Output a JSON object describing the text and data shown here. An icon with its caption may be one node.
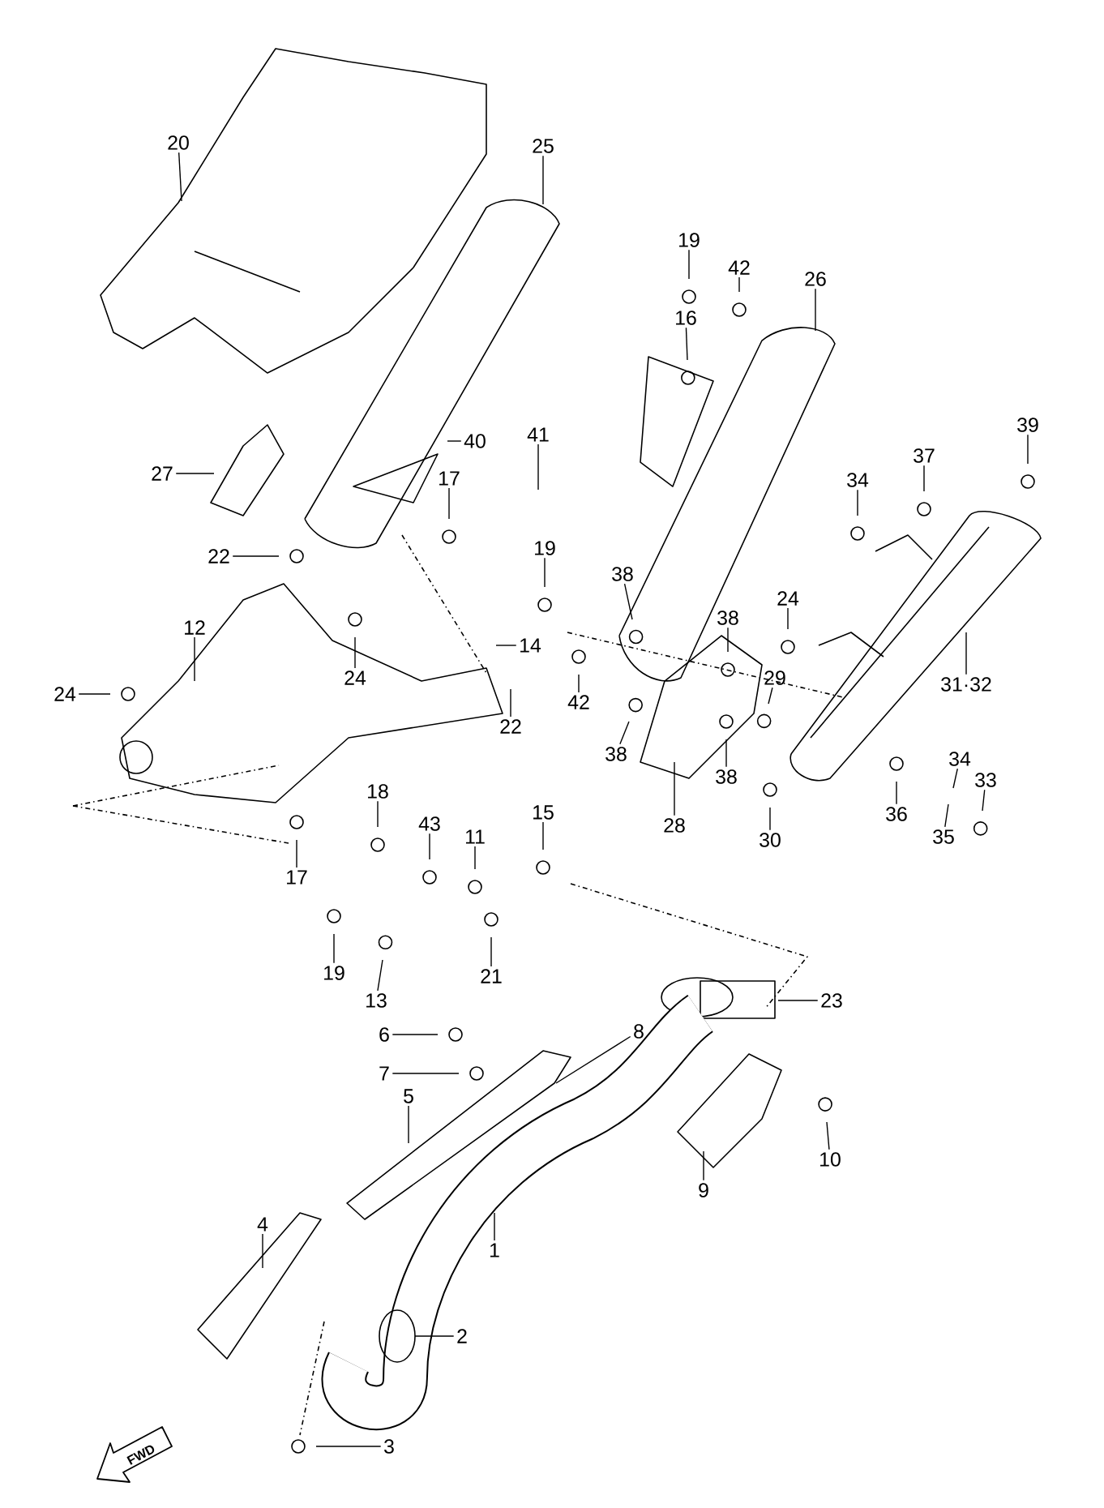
{
  "diagram": {
    "nodes": [
      {
        "text": [
          "20"
        ]
      },
      {
        "text": [
          "25"
        ]
      },
      {
        "text": [
          "19"
        ]
      },
      {
        "text": [
          "42"
        ]
      },
      {
        "text": [
          "26"
        ]
      },
      {
        "text": [
          "16"
        ]
      },
      {
        "text": [
          "41"
        ]
      },
      {
        "text": [
          "40"
        ]
      },
      {
        "text": [
          "27"
        ]
      },
      {
        "text": [
          "17"
        ]
      },
      {
        "text": [
          "39"
        ]
      },
      {
        "text": [
          "37"
        ]
      },
      {
        "text": [
          "34"
        ]
      },
      {
        "text": [
          "19"
        ]
      },
      {
        "text": [
          "22"
        ]
      },
      {
        "text": [
          "24"
        ]
      },
      {
        "text": [
          "12"
        ]
      },
      {
        "text": [
          "24"
        ]
      },
      {
        "text": [
          "14"
        ]
      },
      {
        "text": [
          "38"
        ]
      },
      {
        "text": [
          "38"
        ]
      },
      {
        "text": [
          "24"
        ]
      },
      {
        "text": [
          "29"
        ]
      },
      {
        "text": [
          "42"
        ]
      },
      {
        "text": [
          "22"
        ]
      },
      {
        "text": [
          "38"
        ]
      },
      {
        "text": [
          "31·32"
        ]
      },
      {
        "text": [
          "28"
        ]
      },
      {
        "text": [
          "38"
        ]
      },
      {
        "text": [
          "30"
        ]
      },
      {
        "text": [
          "36"
        ]
      },
      {
        "text": [
          "35"
        ]
      },
      {
        "text": [
          "34"
        ]
      },
      {
        "text": [
          "33"
        ]
      },
      {
        "text": [
          "18"
        ]
      },
      {
        "text": [
          "43"
        ]
      },
      {
        "text": [
          "11"
        ]
      },
      {
        "text": [
          "15"
        ]
      },
      {
        "text": [
          "17"
        ]
      },
      {
        "text": [
          "19"
        ]
      },
      {
        "text": [
          "13"
        ]
      },
      {
        "text": [
          "21"
        ]
      },
      {
        "text": [
          "23"
        ]
      },
      {
        "text": [
          "6"
        ]
      },
      {
        "text": [
          "7"
        ]
      },
      {
        "text": [
          "8"
        ]
      },
      {
        "text": [
          "5"
        ]
      },
      {
        "text": [
          "10"
        ]
      },
      {
        "text": [
          "9"
        ]
      },
      {
        "text": [
          "4"
        ]
      },
      {
        "text": [
          "1"
        ]
      },
      {
        "text": [
          "2"
        ]
      },
      {
        "text": [
          "3"
        ]
      }
    ],
    "edges": [
      {
        "from": 0,
        "to": null,
        "arrow": "none"
      },
      {
        "from": 1,
        "to": null,
        "arrow": "none"
      },
      {
        "from": 2,
        "to": null,
        "arrow": "none"
      },
      {
        "from": 3,
        "to": null,
        "arrow": "none"
      },
      {
        "from": 4,
        "to": null,
        "arrow": "none"
      },
      {
        "from": 5,
        "to": null,
        "arrow": "none"
      },
      {
        "from": 6,
        "to": null,
        "arrow": "none"
      },
      {
        "from": 7,
        "to": null,
        "arrow": "none"
      },
      {
        "from": 8,
        "to": null,
        "arrow": "none"
      },
      {
        "from": 9,
        "to": null,
        "arrow": "none"
      },
      {
        "from": 10,
        "to": null,
        "arrow": "none"
      },
      {
        "from": 11,
        "to": null,
        "arrow": "none"
      },
      {
        "from": 12,
        "to": null,
        "arrow": "none"
      },
      {
        "from": 13,
        "to": null,
        "arrow": "none"
      },
      {
        "from": 14,
        "to": null,
        "arrow": "none"
      },
      {
        "from": 15,
        "to": null,
        "arrow": "none"
      },
      {
        "from": 16,
        "to": null,
        "arrow": "none"
      },
      {
        "from": 17,
        "to": null,
        "arrow": "none"
      },
      {
        "from": 18,
        "to": null,
        "arrow": "none"
      },
      {
        "from": 19,
        "to": null,
        "arrow": "none"
      },
      {
        "from": 20,
        "to": null,
        "arrow": "none"
      },
      {
        "from": 21,
        "to": null,
        "arrow": "none"
      },
      {
        "from": 22,
        "to": null,
        "arrow": "none"
      },
      {
        "from": 23,
        "to": null,
        "arrow": "none"
      },
      {
        "from": 24,
        "to": null,
        "arrow": "none"
      },
      {
        "from": 25,
        "to": null,
        "arrow": "none"
      },
      {
        "from": 26,
        "to": null,
        "arrow": "none"
      },
      {
        "from": 27,
        "to": null,
        "arrow": "none"
      },
      {
        "from": 28,
        "to": null,
        "arrow": "none"
      },
      {
        "from": 29,
        "to": null,
        "arrow": "none"
      },
      {
        "from": 30,
        "to": null,
        "arrow": "none"
      },
      {
        "from": 31,
        "to": null,
        "arrow": "none"
      },
      {
        "from": 32,
        "to": null,
        "arrow": "none"
      },
      {
        "from": 33,
        "to": null,
        "arrow": "none"
      },
      {
        "from": 34,
        "to": null,
        "arrow": "none"
      },
      {
        "from": 35,
        "to": null,
        "arrow": "none"
      },
      {
        "from": 36,
        "to": null,
        "arrow": "none"
      },
      {
        "from": 37,
        "to": null,
        "arrow": "none"
      },
      {
        "from": 38,
        "to": null,
        "arrow": "none"
      },
      {
        "from": 39,
        "to": null,
        "arrow": "none"
      },
      {
        "from": 40,
        "to": null,
        "arrow": "none"
      },
      {
        "from": 41,
        "to": null,
        "arrow": "none"
      },
      {
        "from": 42,
        "to": null,
        "arrow": "none"
      },
      {
        "from": 43,
        "to": null,
        "arrow": "none"
      },
      {
        "from": 44,
        "to": null,
        "arrow": "none"
      },
      {
        "from": 45,
        "to": null,
        "arrow": "none"
      },
      {
        "from": 46,
        "to": null,
        "arrow": "none"
      },
      {
        "from": 47,
        "to": null,
        "arrow": "none"
      },
      {
        "from": 48,
        "to": null,
        "arrow": "none"
      },
      {
        "from": 49,
        "to": null,
        "arrow": "none"
      },
      {
        "from": 50,
        "to": null,
        "arrow": "none"
      },
      {
        "from": 51,
        "to": null,
        "arrow": "none"
      },
      {
        "from": 52,
        "to": null,
        "arrow": "none"
      }
    ],
    "labels": [
      "FWD"
    ]
  }
}
